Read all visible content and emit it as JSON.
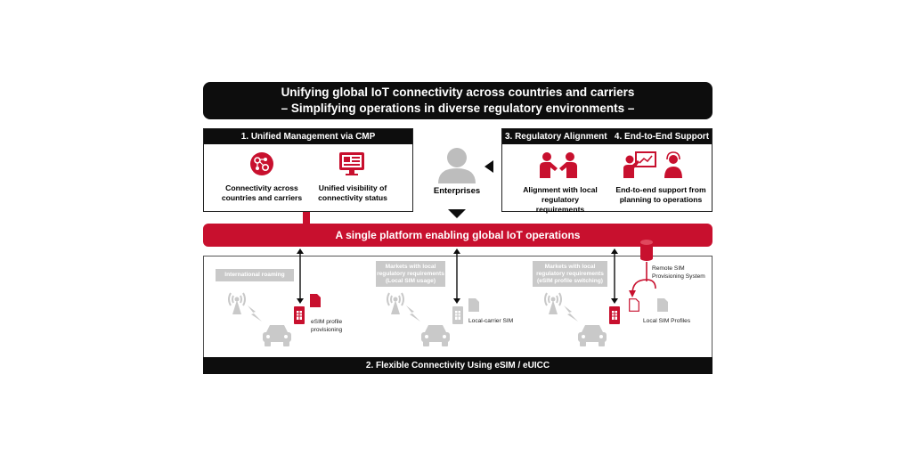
{
  "header": {
    "line1": "Unifying global IoT connectivity across countries and carriers",
    "line2": "– Simplifying operations in diverse regulatory environments –"
  },
  "cmp_panel": {
    "title": "1. Unified Management via CMP",
    "item1": {
      "line1": "Connectivity across",
      "line2": "countries and carriers",
      "icon": "network-gear-icon"
    },
    "item2": {
      "line1": "Unified visibility of",
      "line2": "connectivity status",
      "icon": "dashboard-monitor-icon"
    }
  },
  "enterprises": {
    "label": "Enterprises",
    "icon": "person-icon"
  },
  "support_panel": {
    "title": "3. Regulatory Alignment   4. End-to-End Support",
    "item1": {
      "line1": "Alignment with local",
      "line2": "regulatory requirements",
      "icon": "handshake-icon"
    },
    "item2": {
      "line1": "End-to-end support from",
      "line2": "planning to operations",
      "icon": "presentation-support-icon"
    }
  },
  "platform": {
    "label": "A single platform enabling global IoT operations"
  },
  "connectivity": {
    "title": "2. Flexible Connectivity Using eSIM / eUICC",
    "col1": {
      "tag": "International roaming",
      "label_line1": "eSIM profile",
      "label_line2": "provisioning"
    },
    "col2": {
      "tag_line1": "Markets with local",
      "tag_line2": "regulatory requirements",
      "tag_line3": "(Local SIM usage)",
      "label": "Local-carrier SIM"
    },
    "col3": {
      "tag_line1": "Markets with local",
      "tag_line2": "regulatory requirements",
      "tag_line3": "(eSIM profile switching)",
      "label": "Local SIM Profiles",
      "remote_line1": "Remote SIM",
      "remote_line2": "Provisioning System"
    }
  },
  "colors": {
    "accent": "#c8102e",
    "dark": "#0d0d0d",
    "gray": "#c9c9c9"
  }
}
